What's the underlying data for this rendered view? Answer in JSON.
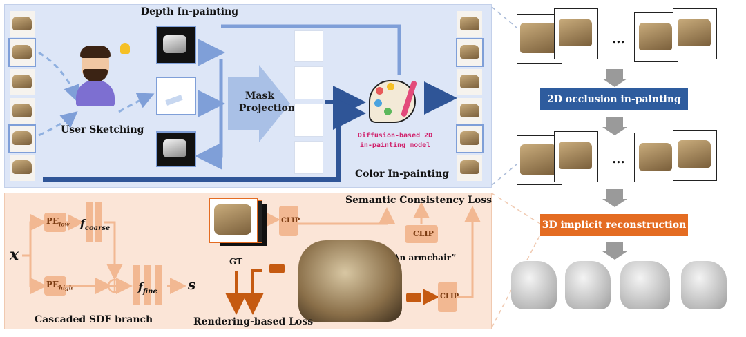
{
  "top_panel": {
    "depth_title": "Depth In-painting",
    "user_label": "User Sketching",
    "mask_label": "Mask Projection",
    "model_label": "Diffusion-based 2D in-painting model",
    "color_title": "Color In-painting"
  },
  "right_panel": {
    "ellipsis": "...",
    "step1": "2D occlusion in-painting",
    "step2": "3D implicit reconstruction"
  },
  "bottom_panel": {
    "x_symbol": "x",
    "pe_low": "PE",
    "pe_low_sub": "low",
    "f_coarse": "f",
    "f_coarse_sub": "coarse",
    "pe_high": "PE",
    "pe_high_sub": "high",
    "f_fine": "f",
    "f_fine_sub": "fine",
    "s_symbol": "s",
    "sdf_title": "Cascaded SDF branch",
    "gt": "GT",
    "clip": "CLIP",
    "semantic_loss": "Semantic Consistency Loss",
    "prompt": "“An armchair”",
    "rendering_loss": "Rendering-based Loss"
  },
  "colors": {
    "blue_arrow": "#7f9fd8",
    "dark_blue": "#2f5597",
    "orange": "#f2b892",
    "dark_orange": "#c55a11",
    "step1_bg": "#2e5c9e",
    "step2_bg": "#e46c22"
  },
  "icons": [
    "user-avatar-icon",
    "lightbulb-icon",
    "palette-icon",
    "camera-icon"
  ]
}
